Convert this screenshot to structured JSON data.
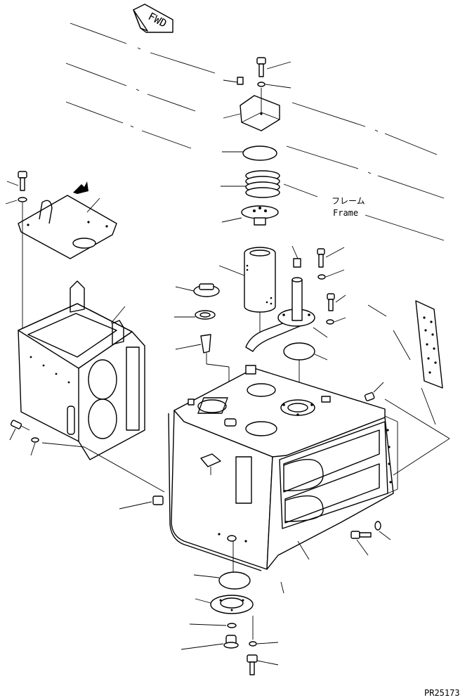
{
  "diagram": {
    "fwd_label": "FWD",
    "frame_label_jp": "フレーム",
    "frame_label_en": "Frame",
    "drawing_code": "PR25173"
  }
}
